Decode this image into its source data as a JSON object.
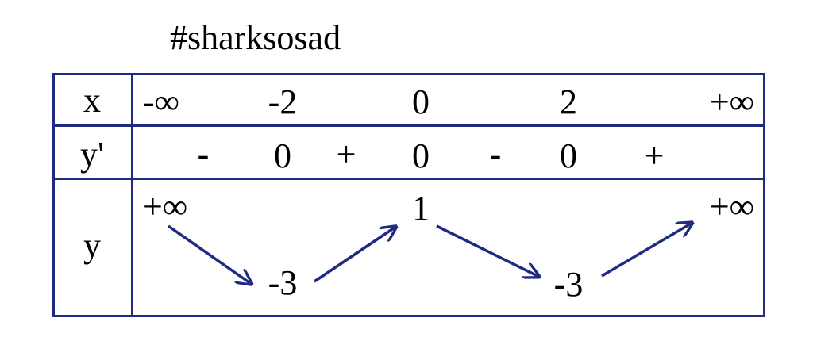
{
  "caption": "#sharksosad",
  "colors": {
    "border": "#1f2a80",
    "arrow": "#1f2a80",
    "text": "#000000"
  },
  "table": {
    "row_labels": {
      "x": "x",
      "yprime": "y'",
      "y": "y"
    },
    "x_values": [
      "-∞",
      "-2",
      "0",
      "2",
      "+∞"
    ],
    "derivative_signs": [
      "-",
      "0",
      "+",
      "0",
      "-",
      "0",
      "+"
    ],
    "y_values": [
      "+∞",
      "-3",
      "1",
      "-3",
      "+∞"
    ],
    "arrows": [
      "down",
      "up",
      "down",
      "up"
    ]
  }
}
